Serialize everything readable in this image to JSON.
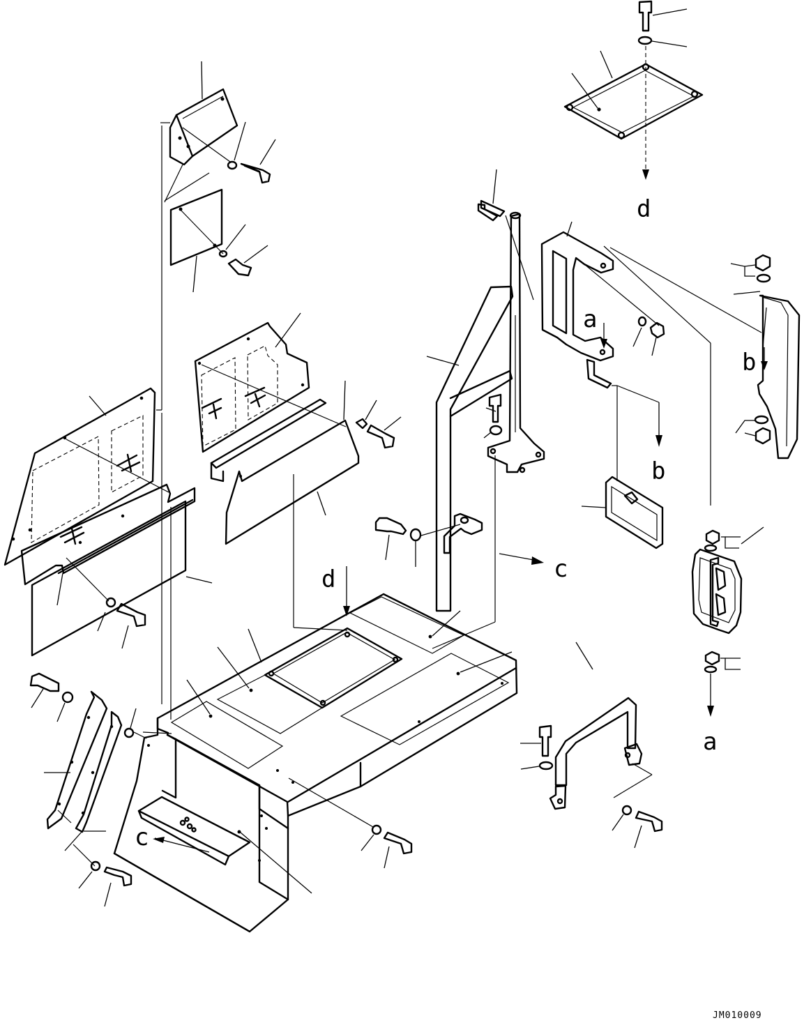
{
  "diagram": {
    "callouts": {
      "a_top": "a",
      "a_bottom": "a",
      "b_top": "b",
      "b_mid": "b",
      "c_right": "c",
      "c_left": "c",
      "d_top": "d",
      "d_mid": "d"
    },
    "drawing_number": "JM010009"
  }
}
